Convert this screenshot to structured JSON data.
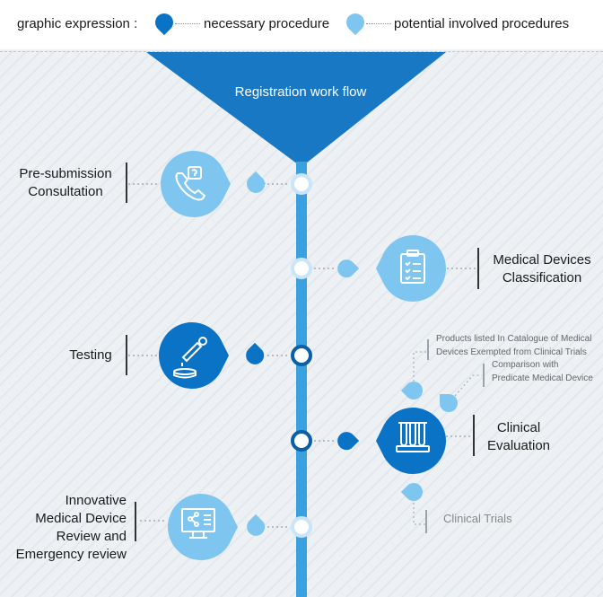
{
  "legend": {
    "prefix": "graphic expression :",
    "necessary": "necessary procedure",
    "potential": "potential involved procedures"
  },
  "funnel": {
    "title": "Registration work flow"
  },
  "steps": {
    "presubmission": {
      "line1": "Pre-submission",
      "line2": "Consultation",
      "type": "potential",
      "icon": "phone-question-icon"
    },
    "classification": {
      "line1": "Medical Devices",
      "line2": "Classification",
      "type": "potential",
      "icon": "clipboard-checklist-icon"
    },
    "testing": {
      "line1": "Testing",
      "type": "necessary",
      "icon": "dropper-dish-icon"
    },
    "clinical": {
      "line1": "Clinical",
      "line2": "Evaluation",
      "type": "necessary",
      "icon": "test-tubes-icon"
    },
    "innovative": {
      "line1": "Innovative",
      "line2": "Medical Device",
      "line3": "Review and",
      "line4": "Emergency review",
      "type": "potential",
      "icon": "monitor-network-icon"
    }
  },
  "clinical_options": {
    "catalogue": {
      "line1": "Products listed In Catalogue of Medical",
      "line2": "Devices Exempted from Clinical Trials"
    },
    "predicate": {
      "line1": "Comparison with",
      "line2": "Predicate Medical Device"
    },
    "trials": "Clinical Trials"
  },
  "colors": {
    "necessary": "#0a73c6",
    "potential": "#7ec6f0",
    "spine": "#3aa0e0",
    "funnel": "#1878c4"
  }
}
